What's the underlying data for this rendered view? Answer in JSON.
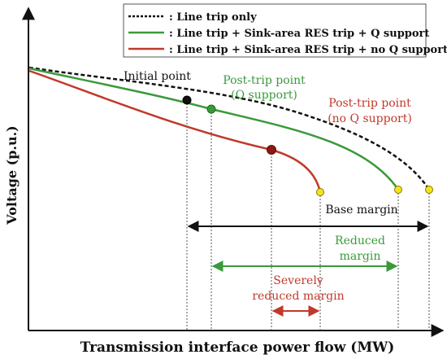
{
  "chart_data": {
    "type": "line",
    "title": "",
    "xlabel": "Transmission interface power flow (MW)",
    "ylabel": "Voltage (p.u.)",
    "grid": false,
    "legend_position": "top-right",
    "legend": [
      {
        "label": ": Line trip only",
        "color": "#111111",
        "style": "dotted"
      },
      {
        "label": ": Line trip + Sink-area RES trip + Q support",
        "color": "#3a9a3a",
        "style": "solid"
      },
      {
        "label": ": Line trip + Sink-area RES trip + no Q support",
        "color": "#c0392b",
        "style": "solid"
      }
    ],
    "annotations": {
      "initial_point": "Initial point",
      "post_trip_q": [
        "Post-trip point",
        "(Q support)"
      ],
      "post_trip_noq": [
        "Post-trip point",
        "(no Q support)"
      ],
      "base_margin": "Base margin",
      "reduced_margin": [
        "Reduced",
        "margin"
      ],
      "severely_reduced_margin": [
        "Severely",
        "reduced margin"
      ]
    },
    "colors": {
      "dark": "#111111",
      "green": "#3a9a3a",
      "red": "#c0392b",
      "yellow": "#f5e31a"
    }
  }
}
